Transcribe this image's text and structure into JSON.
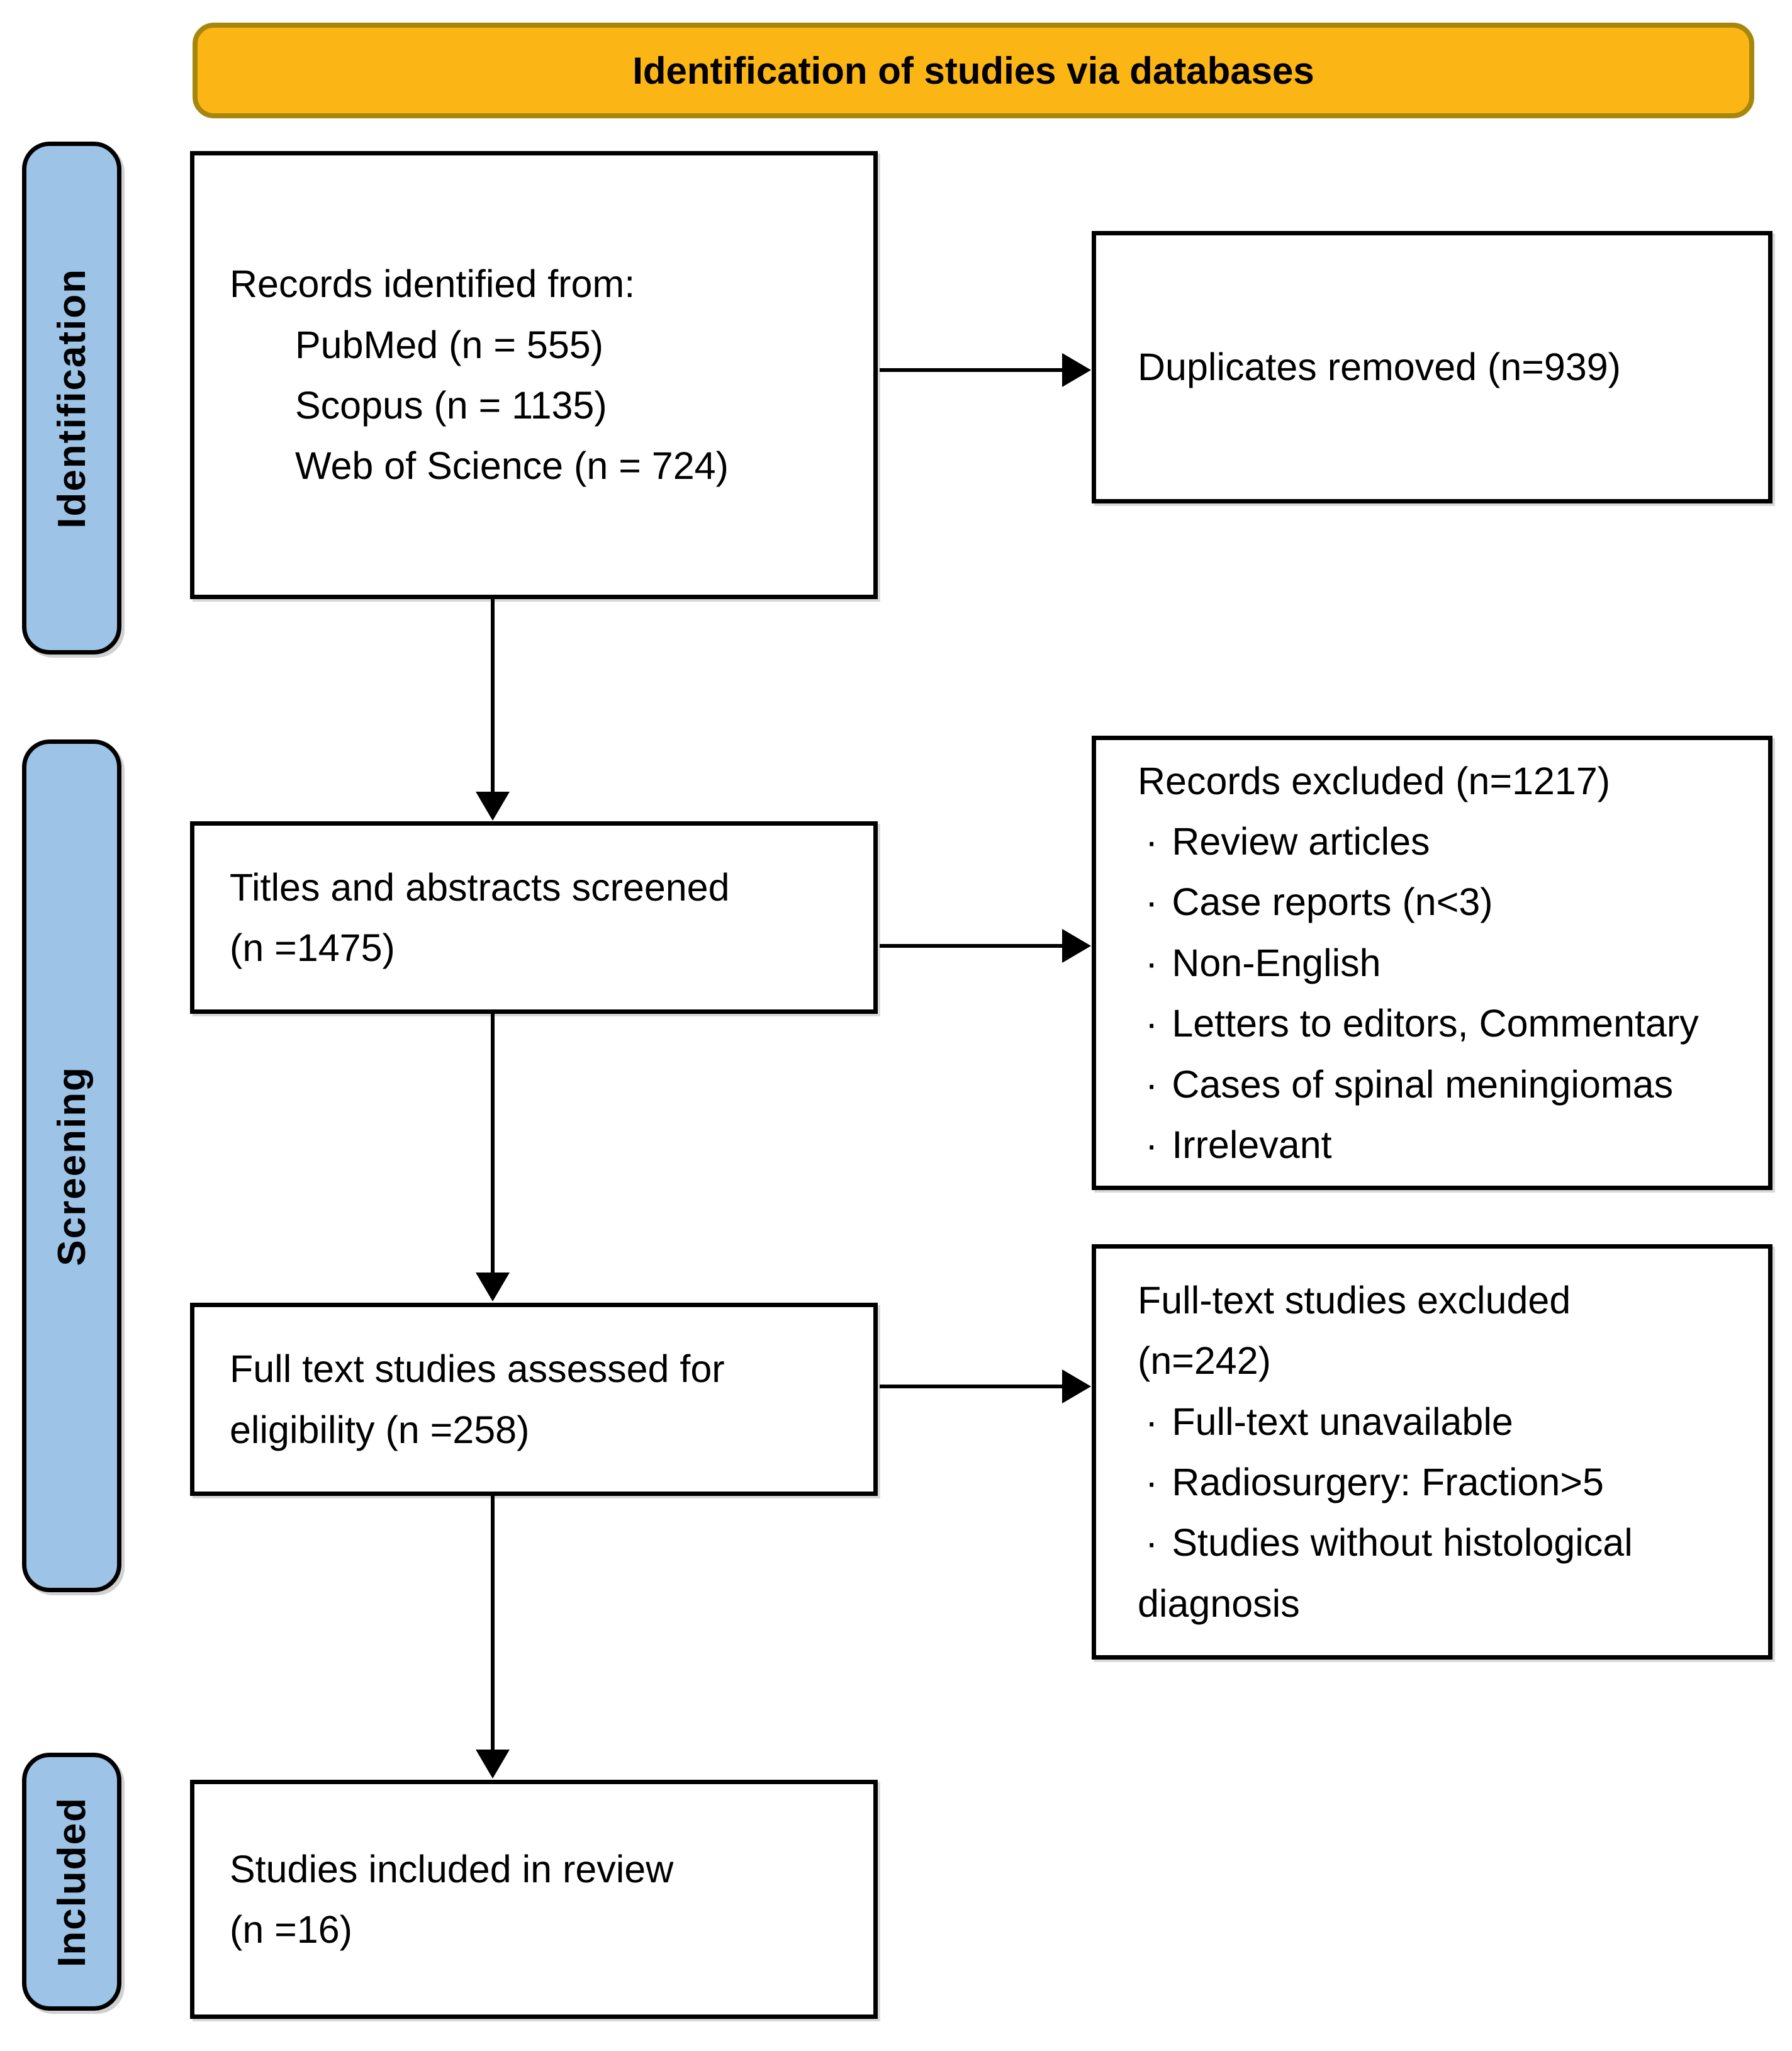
{
  "banner": {
    "title": "Identification of studies via databases",
    "fill_color": "#FBB515",
    "border_color": "#A6860B"
  },
  "stages": {
    "fill_color": "#9DC3E6",
    "identification": "Identification",
    "screening": "Screening",
    "included": "Included"
  },
  "bullet": "·",
  "boxes": {
    "records_identified": {
      "intro": "Records identified from:",
      "sources": [
        "PubMed (n = 555)",
        "Scopus (n = 1135)",
        "Web of Science (n = 724)"
      ]
    },
    "duplicates_removed": {
      "text": "Duplicates removed (n=939)"
    },
    "titles_screened": {
      "line1": "Titles and abstracts screened",
      "line2": "(n =1475)"
    },
    "records_excluded": {
      "title": "Records excluded (n=1217)",
      "items": [
        "Review articles",
        "Case reports (n<3)",
        "Non-English",
        "Letters to editors, Commentary",
        "Cases of spinal meningiomas",
        "Irrelevant"
      ]
    },
    "fulltext_assessed": {
      "line1": "Full text studies assessed for",
      "line2": "eligibility (n =258)"
    },
    "fulltext_excluded": {
      "title_line1": "Full-text studies excluded",
      "title_line2": "(n=242)",
      "items": [
        "Full-text unavailable",
        "Radiosurgery: Fraction>5",
        "Studies without histological diagnosis"
      ]
    },
    "studies_included": {
      "line1": "Studies included in review",
      "line2": "(n =16)"
    }
  }
}
